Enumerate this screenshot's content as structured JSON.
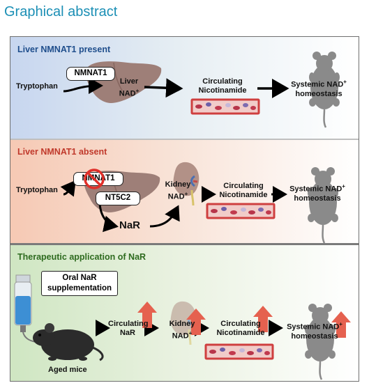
{
  "title": "Graphical abstract",
  "panels": {
    "present": {
      "title": "Liver NMNAT1 present",
      "input": "Tryptophan",
      "enzyme": "NMNAT1",
      "organ": "Liver",
      "nad": "NAD",
      "circulating": "Circulating",
      "nicotinamide": "Nicotinamide",
      "systemic": "Systemic NAD",
      "homeostasis": "homeostasis",
      "sup": "+"
    },
    "absent": {
      "title": "Liver NMNAT1 absent",
      "input": "Tryptophan",
      "enzyme_blocked": "NMNAT1",
      "enzyme": "NT5C2",
      "product": "NaR",
      "kidney": "Kidney",
      "nad": "NAD",
      "circulating": "Circulating",
      "nicotinamide": "Nicotinamide",
      "systemic": "Systemic NAD",
      "homeostasis": "homeostasis",
      "sup": "+"
    },
    "therapeutic": {
      "title": "Therapeutic application of NaR",
      "oral1": "Oral NaR",
      "oral2": "supplementation",
      "mice": "Aged mice",
      "circ_nar1": "Circulating",
      "circ_nar2": "NaR",
      "kidney": "Kidney",
      "nad": "NAD",
      "circulating": "Circulating",
      "nicotinamide": "Nicotinamide",
      "systemic": "Systemic NAD",
      "homeostasis": "homeostasis",
      "sup": "+"
    }
  },
  "colors": {
    "title": "#1b8fb5",
    "present_title": "#1f4e8c",
    "absent_title": "#c0392b",
    "therapeutic_title": "#2e6b1f",
    "liver": "#9e7f78",
    "kidney": "#b29187",
    "mouse": "#8a8a8a",
    "up_arrow": "#e5614f",
    "vessel": "#cf3f3f",
    "no_symbol": "#e0302a"
  }
}
